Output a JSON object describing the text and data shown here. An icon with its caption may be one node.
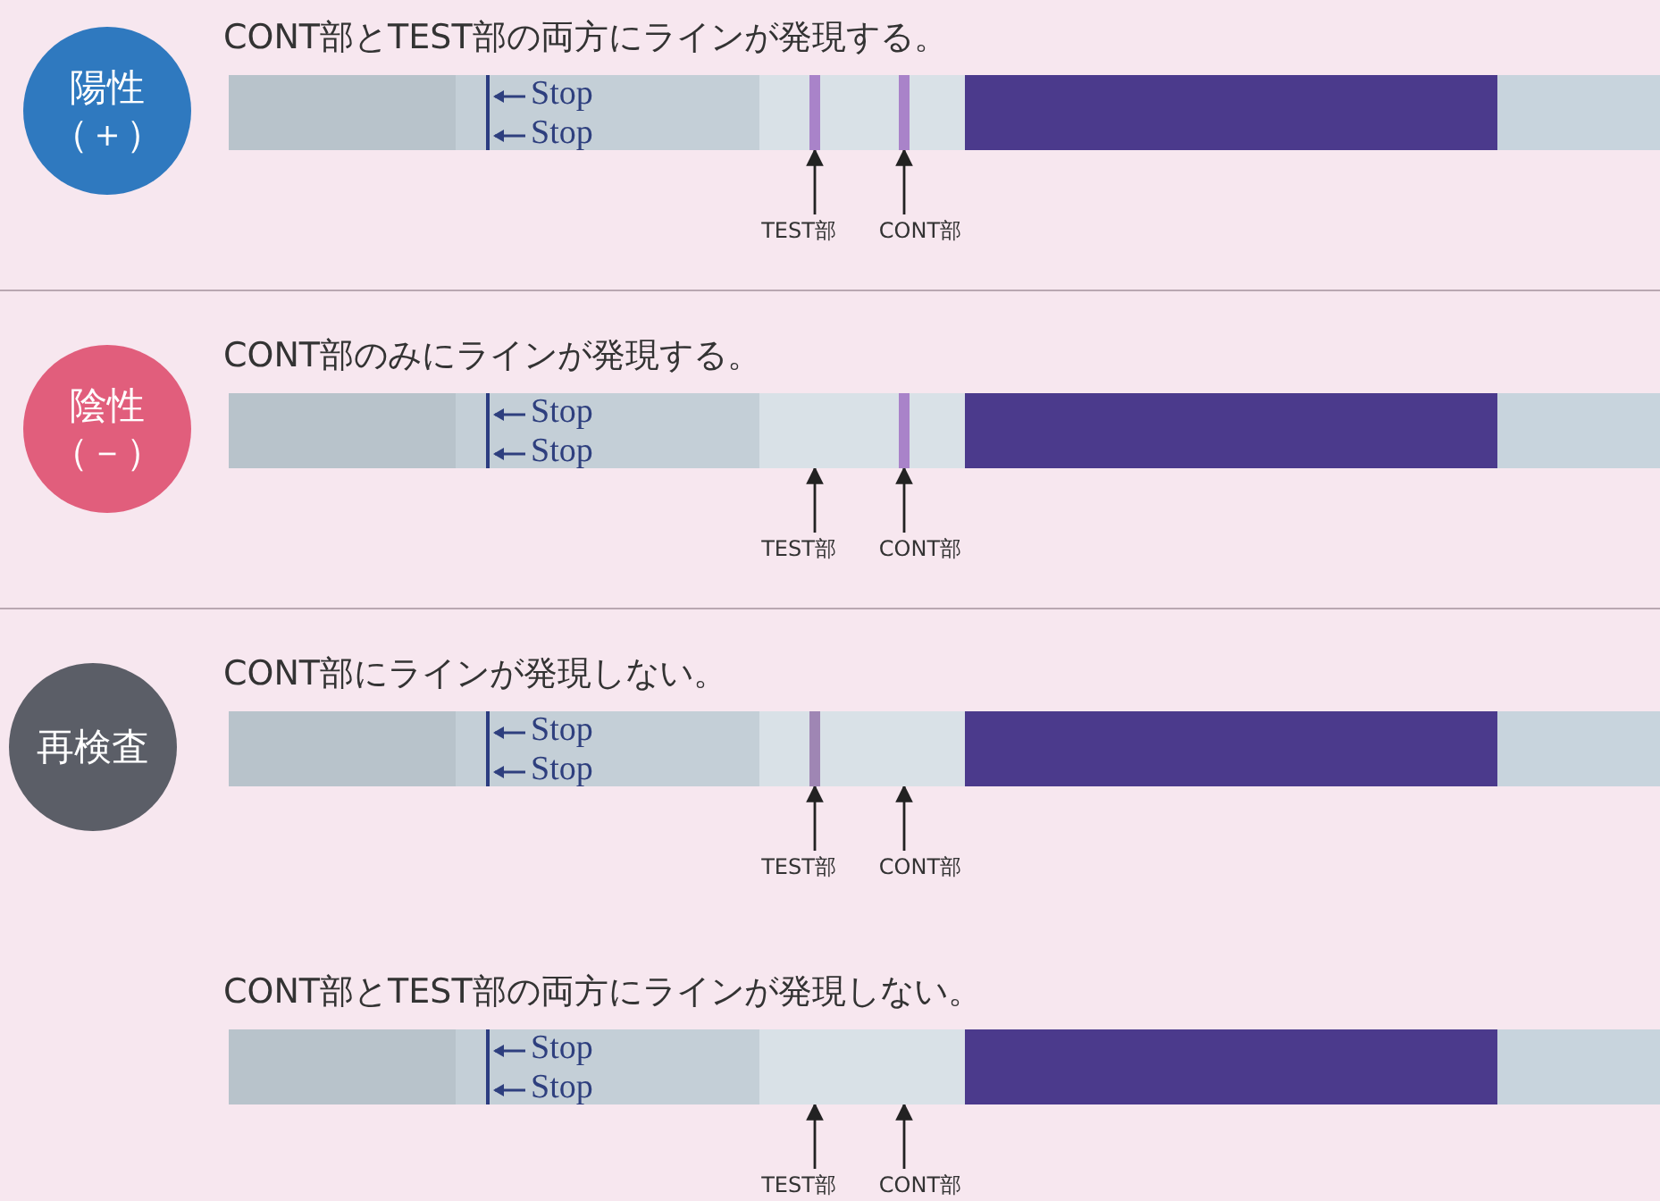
{
  "diagram": {
    "nodes": [
      {
        "text": [
          "陽性（＋）"
        ]
      },
      {
        "text": [],
        "shape": "bar"
      },
      {
        "text": [],
        "shape": "bar",
        "in": 1
      },
      {
        "text": [],
        "shape": "bar",
        "in": 1
      },
      {
        "text": [
          "TEST部"
        ]
      },
      {
        "text": [
          "CONT部"
        ]
      },
      {
        "text": [
          "陰性（－）"
        ]
      },
      {
        "text": [],
        "shape": "bar"
      },
      {
        "text": [],
        "shape": "bar",
        "in": 7
      },
      {
        "text": [
          "TEST部"
        ]
      },
      {
        "text": [
          "CONT部"
        ]
      },
      {
        "text": [
          "再検査"
        ]
      },
      {
        "text": [],
        "shape": "bar"
      },
      {
        "text": [],
        "shape": "bar",
        "in": 12
      },
      {
        "text": [
          "TEST部"
        ]
      },
      {
        "text": [
          "CONT部"
        ]
      },
      {
        "text": [],
        "shape": "bar"
      },
      {
        "text": [
          "TEST部"
        ]
      },
      {
        "text": [
          "CONT部"
        ]
      }
    ],
    "edges": [
      {
        "from": 4,
        "to": 2,
        "arrow": "to"
      },
      {
        "from": 5,
        "to": 3,
        "arrow": "to"
      },
      {
        "from": 9,
        "to": 7,
        "arrow": "to"
      },
      {
        "from": 10,
        "to": 8,
        "arrow": "to"
      },
      {
        "from": 14,
        "to": 13,
        "arrow": "to"
      },
      {
        "from": 15,
        "to": 12,
        "arrow": "to"
      },
      {
        "from": 17,
        "to": 16,
        "arrow": "to"
      },
      {
        "from": 18,
        "to": 16,
        "arrow": "to"
      }
    ],
    "labels": [
      "CONT部とTEST部の両方にラインが発現する。",
      "Stop",
      "Stop",
      "CONT部のみにラインが発現する。",
      "Stop",
      "Stop",
      "CONT部にラインが発現しない。",
      "Stop",
      "Stop",
      "CONT部とTEST部の両方にラインが発現しない。",
      "Stop",
      "Stop"
    ]
  }
}
